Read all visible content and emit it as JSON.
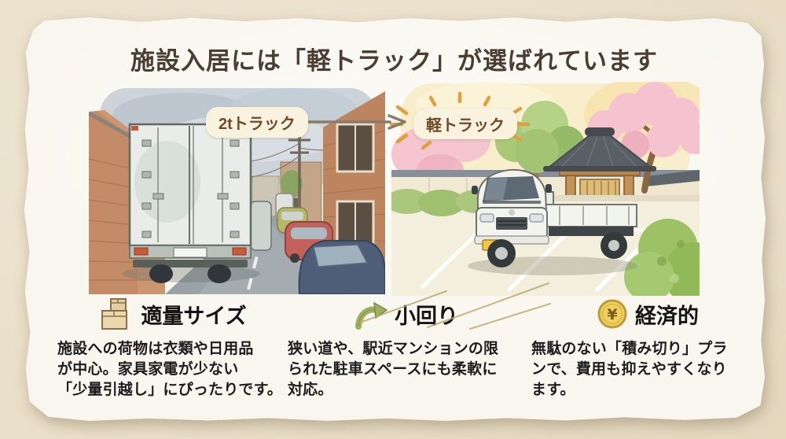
{
  "page": {
    "title": "施設入居には「軽トラック」が選ばれています"
  },
  "comparison": {
    "before_label": "2tトラック",
    "after_label": "軽トラック",
    "before_scene": "2t-truck-narrow-street-illustration",
    "after_scene": "kei-truck-facility-gate-illustration",
    "arrow_icon": "arrow-right-icon",
    "sparkle_icon": "sparkle-burst-icon"
  },
  "features": [
    {
      "icon": "boxes-icon",
      "heading": "適量サイズ",
      "body": "施設への荷物は衣類や日用品\nが中心。家具家電が少ない\n「少量引越し」にぴったりです。"
    },
    {
      "icon": "curved-arrow-icon",
      "heading": "小回り",
      "body": "狭い道や、駅近マンションの限\nられた駐車スペースにも柔軟に\n対応。"
    },
    {
      "icon": "yen-coin-icon",
      "heading": "経済的",
      "body": "無駄のない「積み切り」プラ\nンで、費用も抑えやすくなり\nます。"
    }
  ],
  "icons": {
    "yen_symbol": "¥"
  },
  "colors": {
    "outer_background": "#e9dec7",
    "paper": "#f8f6ee",
    "title_text": "#4a3e33",
    "body_text": "#1d1d1d",
    "label_pill_bg": "#f9f2de",
    "label_pill_text": "#6e4a27",
    "sparkle_orange": "#e0a13d",
    "compare_arrow": "#8a7a6c",
    "coin_gold": "#f0d05c",
    "arrow_icon_green": "#9fb060",
    "box_tan": "#ead7ad"
  }
}
